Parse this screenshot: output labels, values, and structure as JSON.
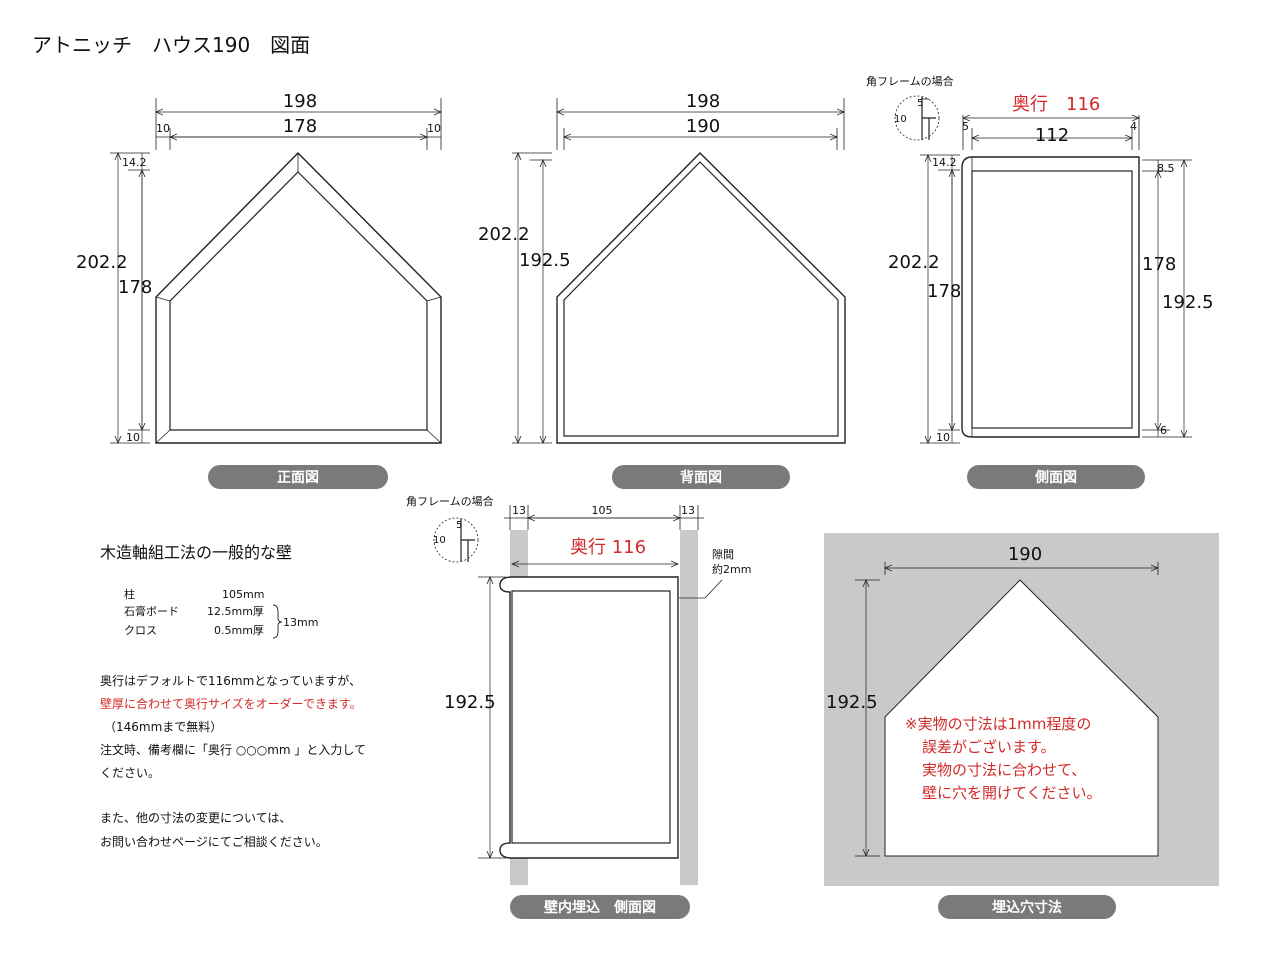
{
  "title": "アトニッチ　ハウス190　図面",
  "views": {
    "front": {
      "caption": "正面図",
      "width_total": "198",
      "width_inner": "178",
      "side_left": "10",
      "side_right": "10",
      "roof_offset": "14.2",
      "height_total": "202.2",
      "height_inner": "178",
      "bottom": "10"
    },
    "back": {
      "caption": "背面図",
      "width_total": "198",
      "width_inner": "190",
      "height_total": "202.2",
      "height_inner": "192.5"
    },
    "side": {
      "caption": "側面図",
      "corner_label": "角フレームの場合",
      "corner_5": "5",
      "corner_10": "10",
      "depth_label": "奥行　116",
      "depth_inner": "112",
      "left_5": "5",
      "right_4": "4",
      "roof_offset": "14.2",
      "top_right": "8.5",
      "height_total": "202.2",
      "height_inner_left": "178",
      "height_inner_right": "178",
      "height_back": "192.5",
      "bottom_left": "10",
      "bottom_right": "6"
    },
    "wall_embed": {
      "caption": "壁内埋込　側面図",
      "corner_label": "角フレームの場合",
      "corner_5": "5",
      "corner_10": "10",
      "wall_left": "13",
      "wall_gap": "105",
      "wall_right": "13",
      "depth_label": "奥行 116",
      "gap_label_1": "隙間",
      "gap_label_2": "約2mm",
      "height": "192.5"
    },
    "hole": {
      "caption": "埋込穴寸法",
      "width": "190",
      "height": "192.5",
      "notes": [
        "※実物の寸法は1mm程度の",
        "誤差がございます。",
        "実物の寸法に合わせて、",
        "壁に穴を開けてください。"
      ]
    }
  },
  "wall_info": {
    "heading": "木造軸組工法の一般的な壁",
    "rows": [
      {
        "name": "柱",
        "value": "105mm"
      },
      {
        "name": "石膏ボード",
        "value": "12.5mm厚"
      },
      {
        "name": "クロス",
        "value": "0.5mm厚"
      }
    ],
    "total": "13mm"
  },
  "order_text": {
    "line1": "奥行はデフォルトで116mmとなっていますが、",
    "line2_red": "壁厚に合わせて奥行サイズをオーダーできます。",
    "line3": "（146mmまで無料）",
    "line4": "注文時、備考欄に「奥行 ○○○mm 」と入力して",
    "line5": "ください。",
    "line6": "また、他の寸法の変更については、",
    "line7": "お問い合わせページにてご相談ください。"
  }
}
